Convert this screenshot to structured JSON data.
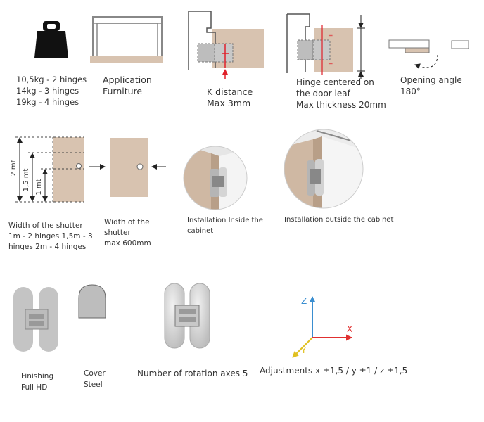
{
  "row1": {
    "weight": {
      "lines": "10,5kg - 2 hinges\n14kg - 3 hinges\n19kg - 4 hinges"
    },
    "application": {
      "lines": "Application\nFurniture"
    },
    "k_distance": {
      "lines": "K distance\nMax 3mm"
    },
    "centered": {
      "lines": "Hinge centered on\nthe door leaf\nMax thickness 20mm"
    },
    "opening": {
      "label": "Opening angle 180°"
    }
  },
  "row2": {
    "height_dims": {
      "d1": "1 mt",
      "d15": "1,5 mt",
      "d2": "2 mt"
    },
    "shutter_width_hinges": {
      "lines": "Width of the shutter\n1m - 2 hinges 1,5m - 3\nhinges 2m - 4 hinges"
    },
    "shutter_width_max": {
      "lines": "Width of the\nshutter\nmax 600mm"
    },
    "install_inside": {
      "lines": "Installation Inside the\ncabinet"
    },
    "install_outside": {
      "label": "Installation outside the cabinet"
    }
  },
  "row3": {
    "finishing": {
      "lines": "Finishing\nFull HD"
    },
    "cover": {
      "lines": "Cover\nSteel"
    },
    "rotation": {
      "label": "Number of rotation axes 5"
    },
    "axes": {
      "z": "Z",
      "x": "X",
      "y": "Y"
    },
    "adjustments": {
      "label": "Adjustments x ±1,5 / y ±1 / z ±1,5"
    }
  },
  "colors": {
    "wood": "#d8c3b0",
    "frame": "#555555",
    "metal": "#d0d0d0",
    "red": "#e0202a",
    "axis_z": "#3a8ed0",
    "axis_x": "#e03030",
    "axis_y": "#e0c020"
  }
}
